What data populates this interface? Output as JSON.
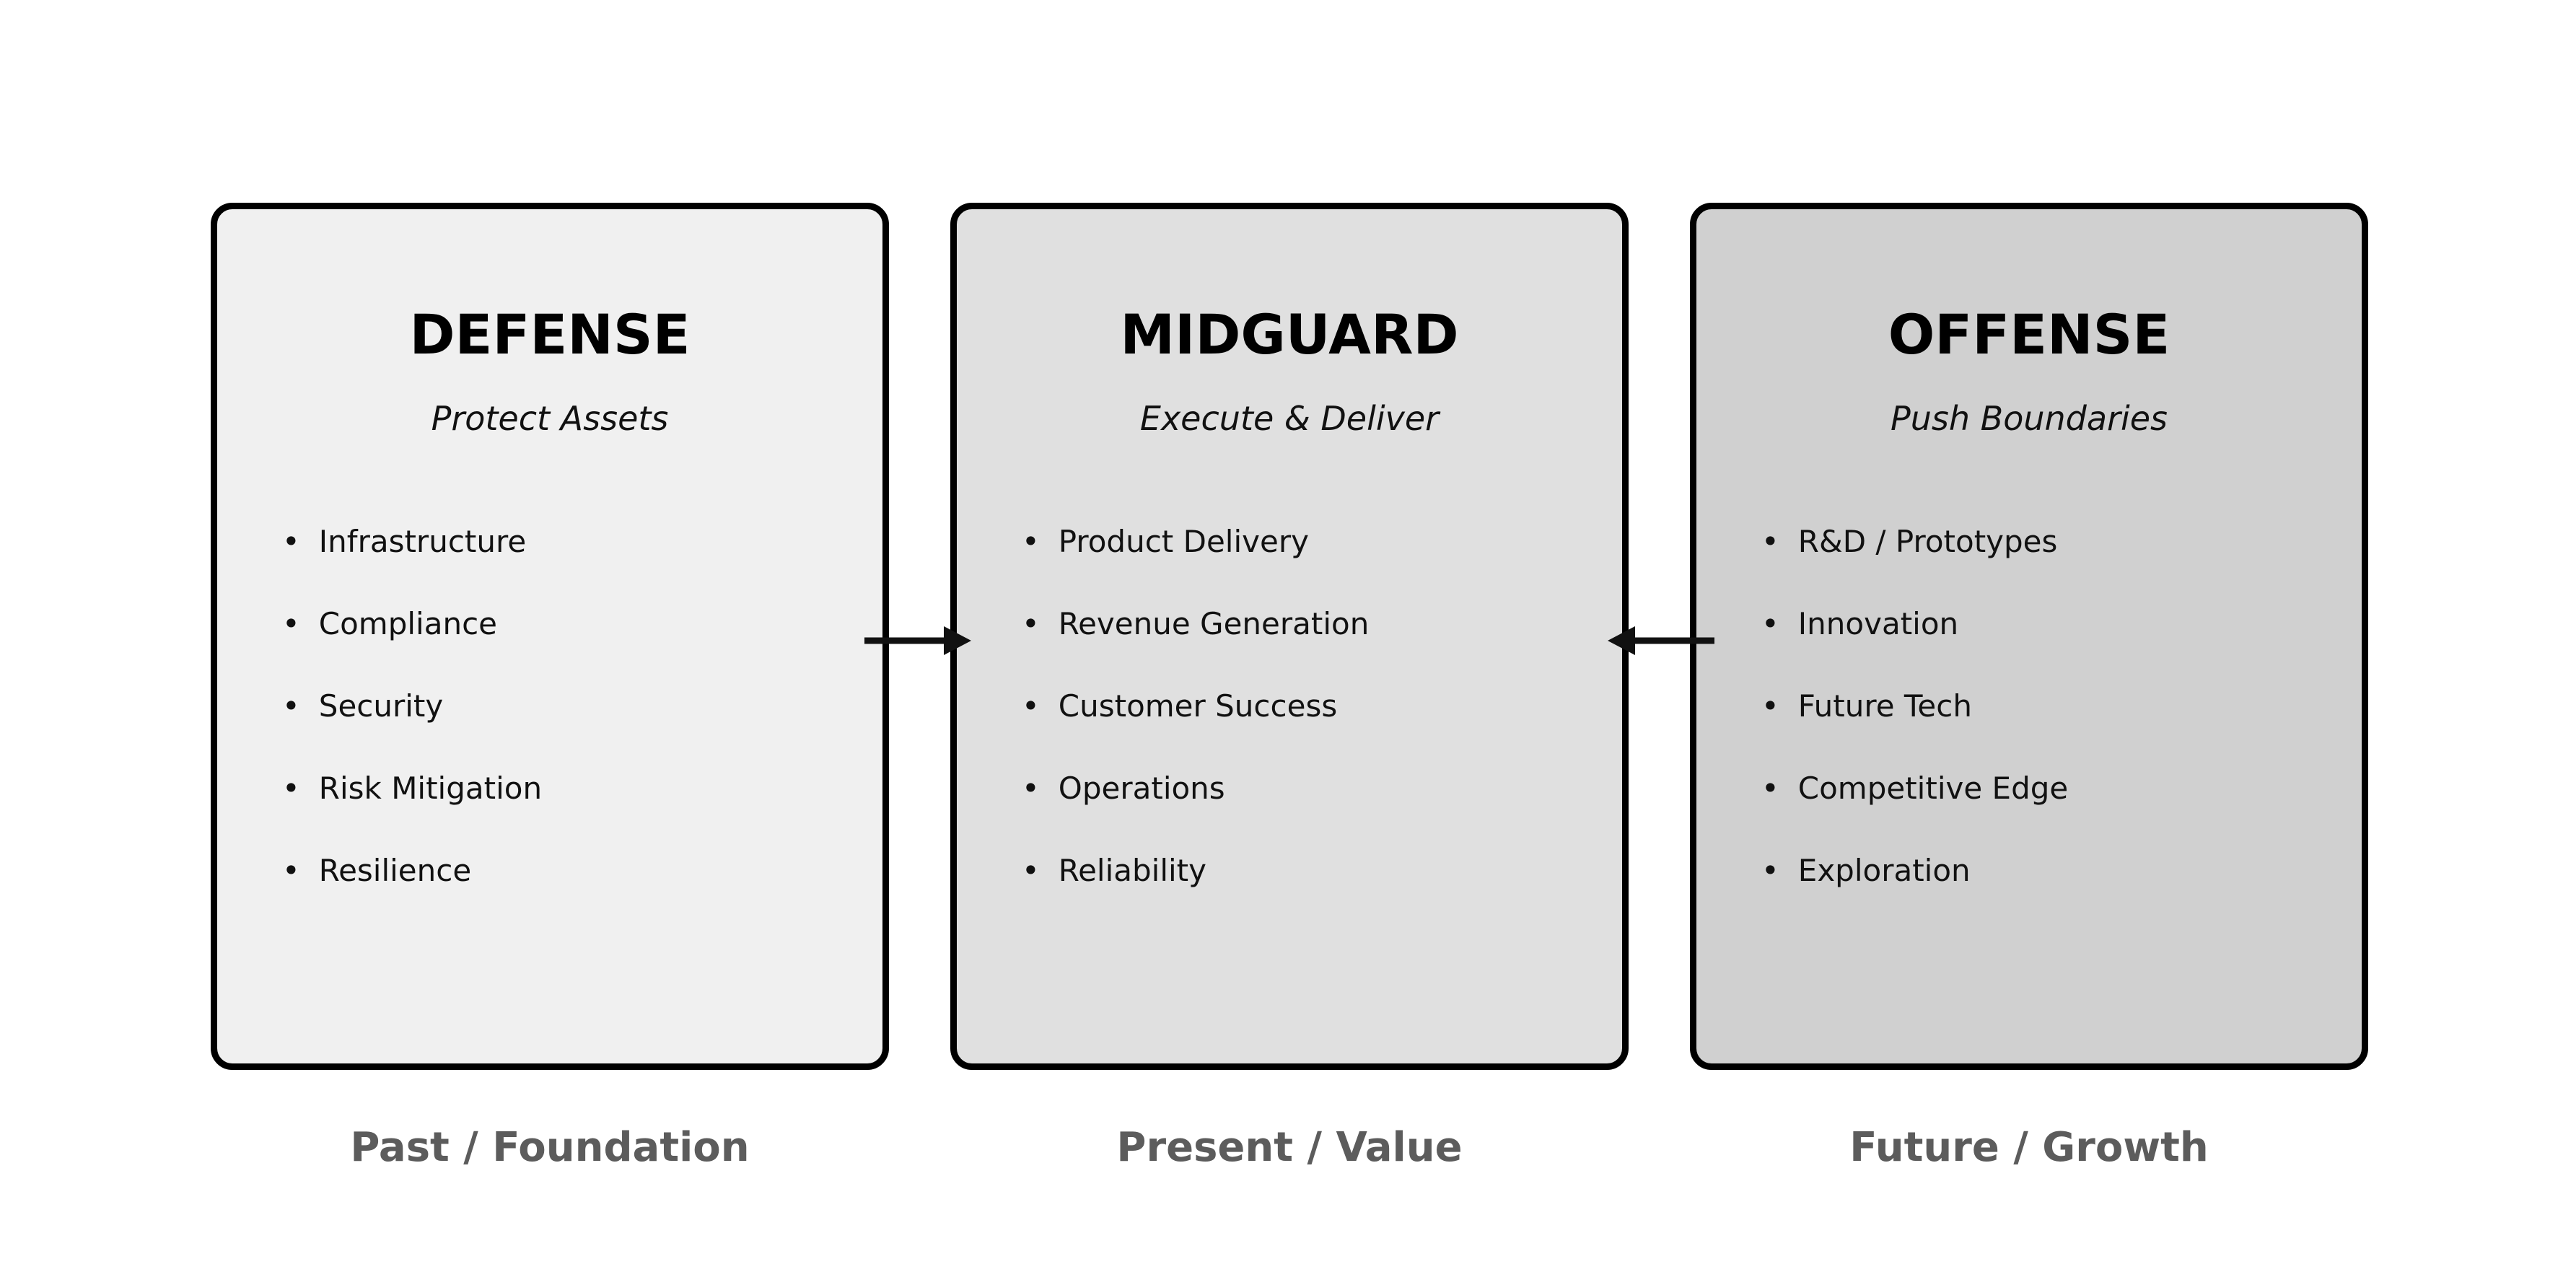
{
  "diagram": {
    "bullet_char": "•",
    "columns": [
      {
        "title": "DEFENSE",
        "subtitle": "Protect Assets",
        "items": [
          "Infrastructure",
          "Compliance",
          "Security",
          "Risk Mitigation",
          "Resilience"
        ],
        "footer": "Past / Foundation",
        "fill": "#f0f0f0"
      },
      {
        "title": "MIDGUARD",
        "subtitle": "Execute & Deliver",
        "items": [
          "Product Delivery",
          "Revenue Generation",
          "Customer Success",
          "Operations",
          "Reliability"
        ],
        "footer": "Present / Value",
        "fill": "#e0e0e0"
      },
      {
        "title": "OFFENSE",
        "subtitle": "Push Boundaries",
        "items": [
          "R&D / Prototypes",
          "Innovation",
          "Future Tech",
          "Competitive Edge",
          "Exploration"
        ],
        "footer": "Future / Growth",
        "fill": "#d0d0d0"
      }
    ],
    "arrows": [
      {
        "from": "DEFENSE",
        "to": "MIDGUARD",
        "direction": "right"
      },
      {
        "from": "OFFENSE",
        "to": "MIDGUARD",
        "direction": "left"
      }
    ],
    "colors": {
      "border": "#000000",
      "arrow": "#111111",
      "text": "#111111",
      "footer_text": "#5c5c5c",
      "background": "#ffffff"
    }
  }
}
